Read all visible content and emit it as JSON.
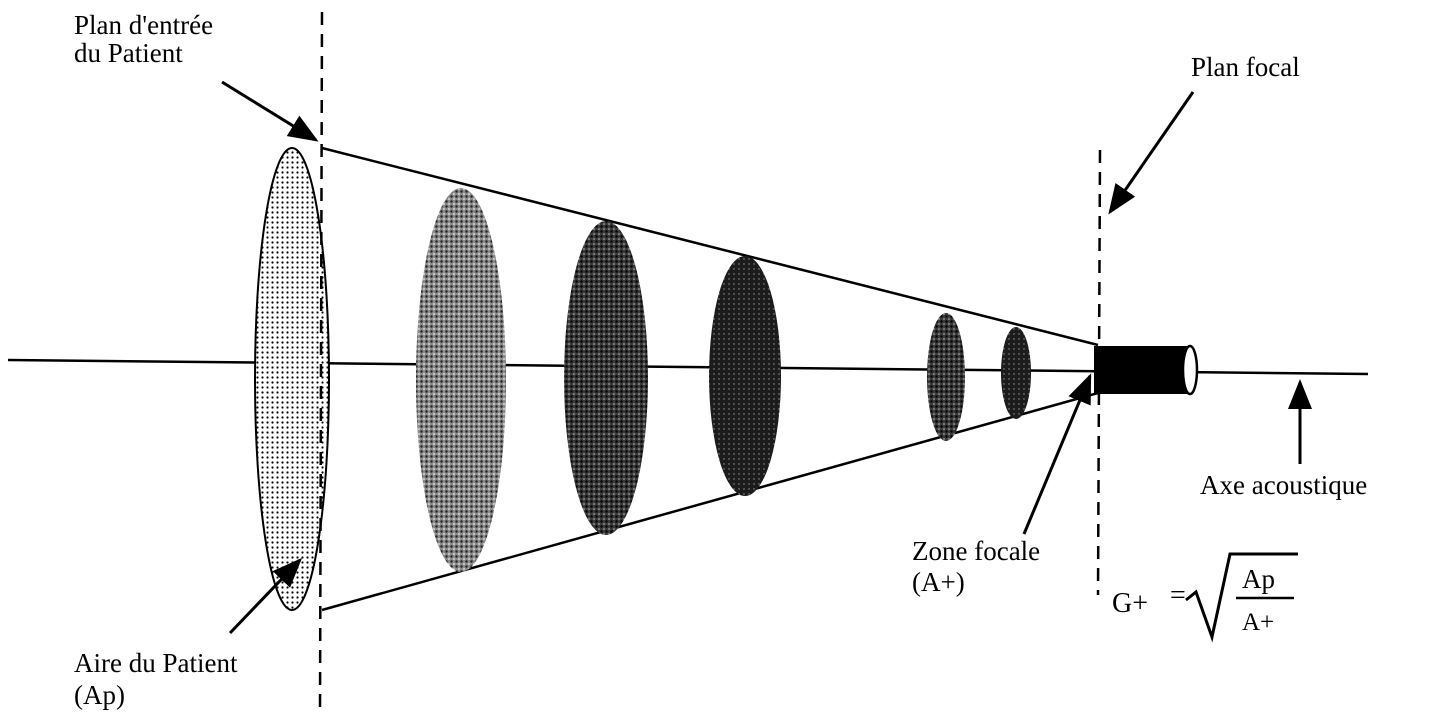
{
  "labels": {
    "entry_plane_line1": "Plan d'entrée",
    "entry_plane_line2": "du Patient",
    "focal_plane": "Plan focal",
    "acoustic_axis": "Axe acoustique",
    "focal_zone_line1": "Zone focale",
    "focal_zone_line2": "(A+)",
    "patient_area_line1": "Aire du Patient",
    "patient_area_line2": "(Ap)"
  },
  "formula": {
    "lhs": "G+",
    "equals": "=",
    "numerator": "Ap",
    "denominator": "A+"
  },
  "colors": {
    "ink": "#000000",
    "background": "#ffffff"
  }
}
